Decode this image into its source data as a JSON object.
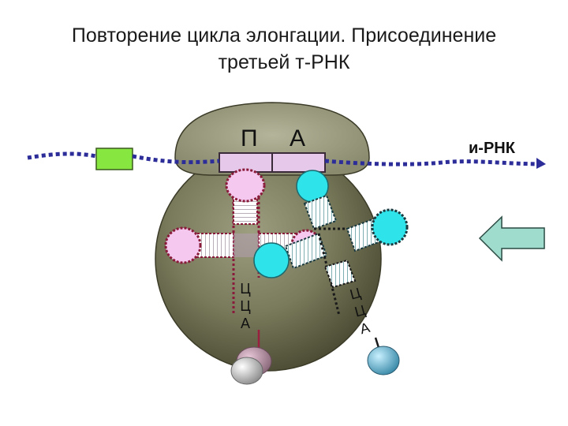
{
  "title": {
    "line1": "Повторение цикла элонгации. Присоединение",
    "line2": "третьей т-РНК"
  },
  "ribosome": {
    "site_p": "П",
    "site_a": "А"
  },
  "mrna_label": "и-РНК",
  "trna_left_anticodon_text": [
    "Ц",
    "Ц",
    "А"
  ],
  "trna_right_anticodon_text": [
    "Ц",
    "Ц",
    "А"
  ],
  "colors": {
    "ribosome_body": "#777758",
    "ribosome_cap": "#a6a68a",
    "trna_pink": "#f5c8f0",
    "trna_cyan": "#2fe3ea",
    "mrna_blue": "#2d2d9a",
    "arrow_fill": "#9fdccd",
    "green_box": "#88e640"
  }
}
